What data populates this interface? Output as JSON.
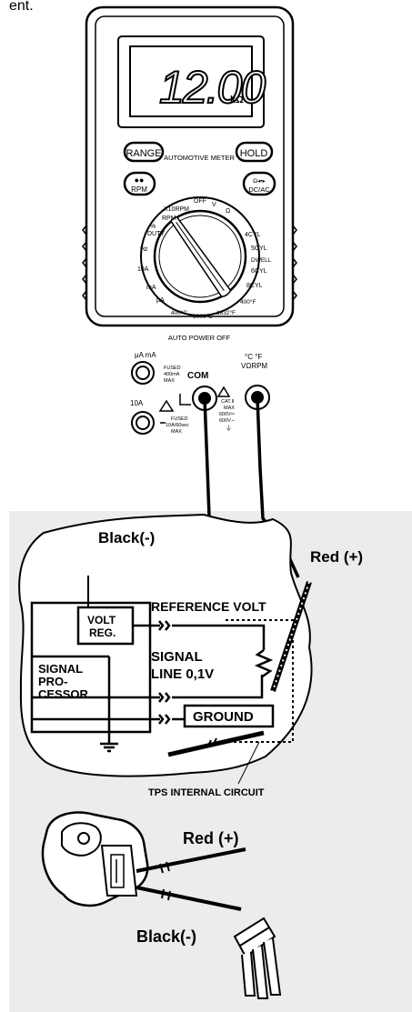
{
  "top_text": "ent.",
  "meter": {
    "display": "12.00",
    "unit": "kΩ",
    "buttons": {
      "range": "RANGE",
      "hold": "HOLD",
      "rpm": "RPM",
      "dcac": "DC/AC",
      "ohm_symbols": "Ω◂•▸"
    },
    "title": "AUTOMOTIVE METER",
    "dial": {
      "off": "OFF",
      "v": "V",
      "ohm": "Ω",
      "x10rpm": "X10RPM",
      "rpm": "RPM",
      "percent": "%",
      "duty": "DUTY",
      "hz": "Hz",
      "a10": "10A",
      "ma": "mA",
      "ua": "μA",
      "t400c": "400°C",
      "t1000c": "1000°C",
      "t1832f": "1832°F",
      "t400f": "400°F",
      "cyl8": "8CYL",
      "cyl6": "6CYL",
      "dwell": "DWELL",
      "cyl5": "5CYL",
      "cyl4": "4CYL"
    },
    "auto_power_off": "AUTO POWER OFF",
    "terminals": {
      "ua_ma": "μA mA",
      "fused_ma_1": "FUSED",
      "fused_ma_2": "400mA",
      "fused_ma_3": "MAX",
      "com": "COM",
      "a10": "10A",
      "fused_10a_1": "FUSED",
      "fused_10a_2": "10A/60sec",
      "fused_10a_3": "MAX",
      "temp": "°C °F",
      "vohmrpm": "VΩRPM",
      "cat_1": "CAT.II",
      "cat_2": "MAX",
      "cat_3": "600V═",
      "cat_4": "600V∼"
    }
  },
  "circuit": {
    "black_probe": "Black(-)",
    "red_probe": "Red (+)",
    "volt_reg_1": "VOLT",
    "volt_reg_2": "REG.",
    "reference_volt": "REFERENCE  VOLT",
    "signal_line_1": "SIGNAL",
    "signal_line_2": "LINE  0,1V",
    "signal_processor_1": "SIGNAL",
    "signal_processor_2": "PRO-",
    "signal_processor_3": "CESSOR",
    "ground": "GROUND",
    "tps_internal": "TPS INTERNAL CIRCUIT"
  },
  "sensor": {
    "red_probe": "Red (+)",
    "black_probe": "Black(-)"
  }
}
